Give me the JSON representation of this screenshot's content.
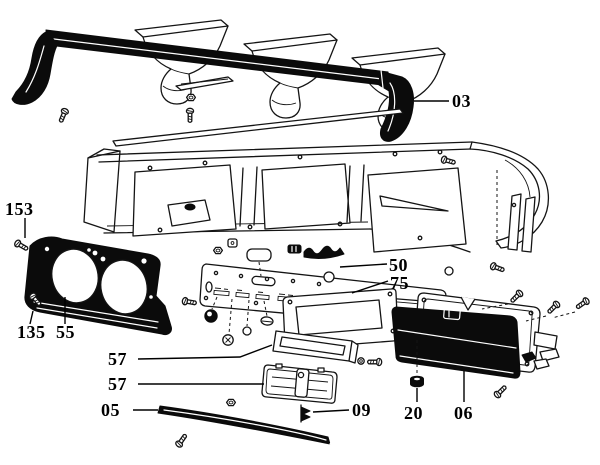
{
  "diagram": {
    "kind": "exploded-parts-diagram",
    "background_color": "#ffffff",
    "ink_color": "#141414",
    "solid_part_color": "#0b0b0b"
  },
  "callouts": [
    {
      "label": "03"
    },
    {
      "label": "153"
    },
    {
      "label": "135"
    },
    {
      "label": "55"
    },
    {
      "label": "50"
    },
    {
      "label": "75"
    },
    {
      "label": "57"
    },
    {
      "label": "57"
    },
    {
      "label": "05"
    },
    {
      "label": "09"
    },
    {
      "label": "20"
    },
    {
      "label": "06"
    }
  ]
}
